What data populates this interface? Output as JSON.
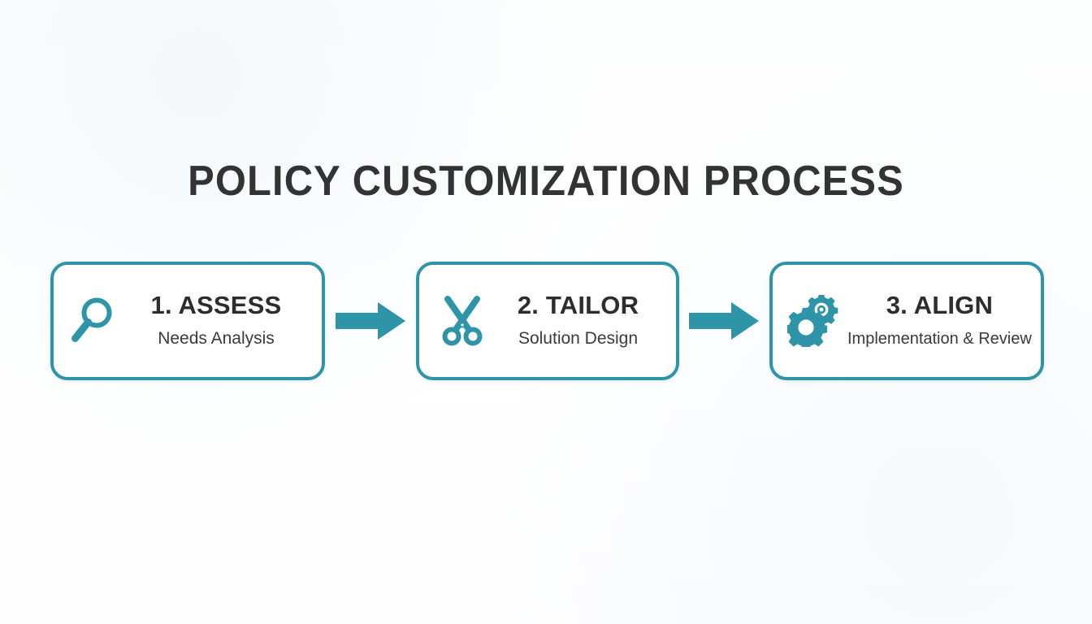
{
  "slide": {
    "title": "POLICY CUSTOMIZATION PROCESS",
    "background_color": "#fdfefe",
    "accent_color": "#2e95a8",
    "title_color": "#333333"
  },
  "steps": [
    {
      "icon": "magnifier-icon",
      "title": "1. ASSESS",
      "subtitle": "Needs Analysis"
    },
    {
      "icon": "scissors-icon",
      "title": "2. TAILOR",
      "subtitle": "Solution Design"
    },
    {
      "icon": "gears-icon",
      "title": "3. ALIGN",
      "subtitle": "Implementation & Review"
    }
  ],
  "connectors": [
    {
      "icon": "arrow-right-icon"
    },
    {
      "icon": "arrow-right-icon"
    }
  ]
}
